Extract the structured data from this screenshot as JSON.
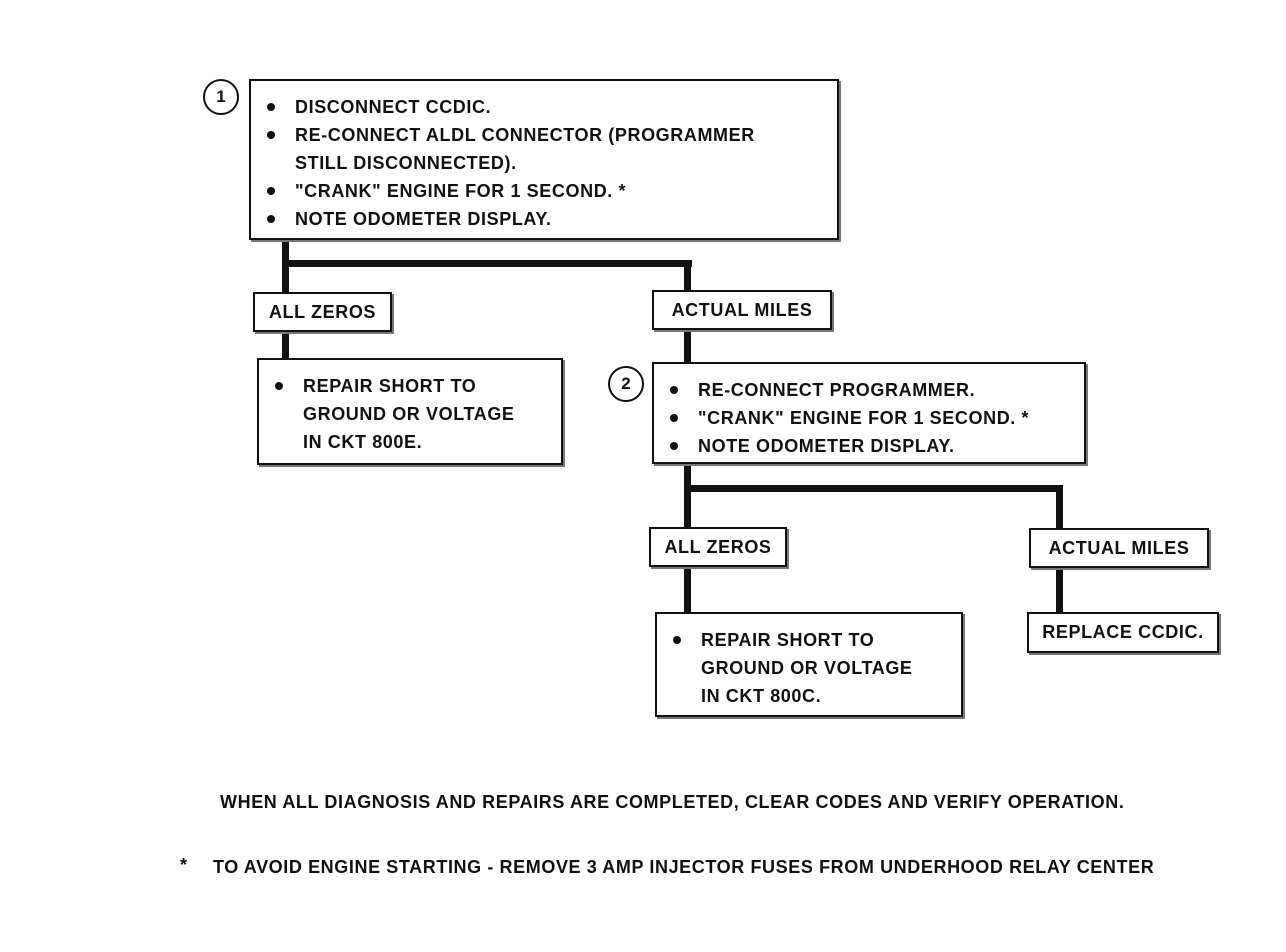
{
  "step1": {
    "number": "1",
    "bullets": [
      [
        "DISCONNECT CCDIC."
      ],
      [
        "RE-CONNECT ALDL CONNECTOR (PROGRAMMER",
        "STILL DISCONNECTED)."
      ],
      [
        "\"CRANK\" ENGINE FOR 1 SECOND.  *"
      ],
      [
        "NOTE ODOMETER DISPLAY."
      ]
    ]
  },
  "branch1": {
    "left_label": "ALL ZEROS",
    "right_label": "ACTUAL MILES"
  },
  "repair1": {
    "lines": [
      "REPAIR SHORT TO",
      "GROUND OR VOLTAGE",
      "IN CKT 800E."
    ]
  },
  "step2": {
    "number": "2",
    "bullets": [
      [
        "RE-CONNECT PROGRAMMER."
      ],
      [
        "\"CRANK\" ENGINE FOR 1 SECOND.  *"
      ],
      [
        "NOTE ODOMETER DISPLAY."
      ]
    ]
  },
  "branch2": {
    "left_label": "ALL ZEROS",
    "right_label": "ACTUAL MILES"
  },
  "repair2": {
    "lines": [
      "REPAIR SHORT TO",
      "GROUND OR VOLTAGE",
      "IN CKT 800C."
    ]
  },
  "replace": {
    "label": "REPLACE CCDIC."
  },
  "footer": {
    "completion_note": "WHEN ALL DIAGNOSIS AND REPAIRS ARE COMPLETED, CLEAR CODES AND VERIFY OPERATION.",
    "asterisk": "*",
    "asterisk_note": "TO AVOID ENGINE STARTING - REMOVE 3 AMP INJECTOR FUSES FROM UNDERHOOD RELAY CENTER"
  }
}
